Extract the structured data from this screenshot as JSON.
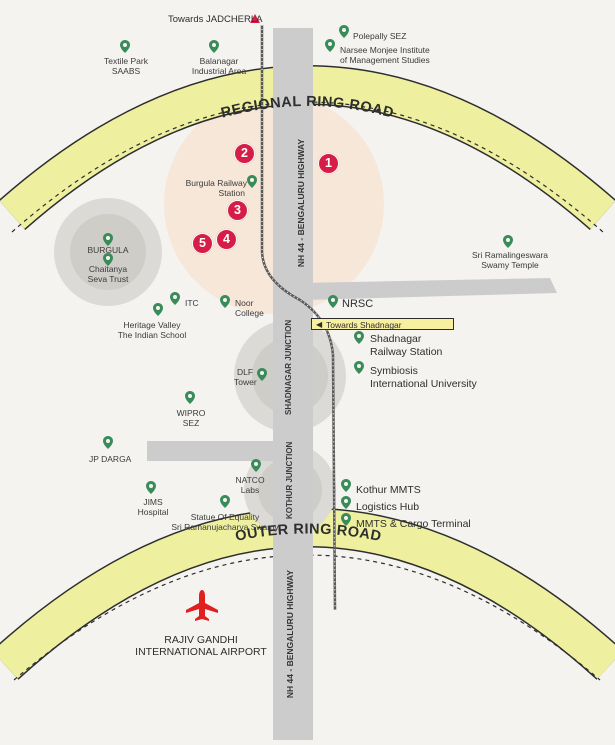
{
  "roads": {
    "regional_ring_road": "REGIONAL RING ROAD",
    "outer_ring_road": "OUTER RING ROAD",
    "nh44_upper": "NH 44 - BENGALURU HIGHWAY",
    "nh44_lower": "NH 44 - BENGALURU HIGHWAY"
  },
  "junctions": {
    "shadnagar": "SHADNAGAR JUNCTION",
    "kothur": "KOTHUR JUNCTION"
  },
  "direction": {
    "towards_jadcherla": "Towards JADCHERLA",
    "towards_shadnagar": "Towards Shadnagar"
  },
  "markers": [
    "1",
    "2",
    "3",
    "4",
    "5"
  ],
  "airport": {
    "line1": "RAJIV GANDHI",
    "line2": "INTERNATIONAL AIRPORT",
    "icon": "airplane-icon"
  },
  "places": {
    "textile_park": [
      "Textile Park",
      "SAABS"
    ],
    "balanagar": [
      "Balanagar",
      "Industrial Area"
    ],
    "polepally": "Polepally SEZ",
    "narsee": [
      "Narsee Monjee Institute",
      "of Management Studies"
    ],
    "burgula_station": [
      "Burgula Railway",
      "Station"
    ],
    "burgula": "BURGULA",
    "chaitanya": [
      "Chaitanya",
      "Seva Trust"
    ],
    "sri_ramalingeswara": [
      "Sri Ramalingeswara",
      "Swamy Temple"
    ],
    "itc": "ITC",
    "noor": [
      "Noor",
      "College"
    ],
    "heritage": [
      "Heritage Valley",
      "The Indian School"
    ],
    "nrsc": "NRSC",
    "shadnagar_station": [
      "Shadnagar",
      "Railway Station"
    ],
    "symbiosis": [
      "Symbiosis",
      "International University"
    ],
    "dlf": [
      "DLF",
      "Tower"
    ],
    "wipro": [
      "WIPRO",
      "SEZ"
    ],
    "jp_darga": "JP DARGA",
    "natco": [
      "NATCO",
      "Labs"
    ],
    "kothur_mmts": "Kothur MMTS",
    "logistics": "Logistics Hub",
    "mmts_cargo": "MMTS & Cargo Terminal",
    "jims": [
      "JIMS",
      "Hospital"
    ],
    "statue": [
      "Statue Of Equality",
      "Sri Ramanujacharya Swamy"
    ]
  },
  "colors": {
    "ring_road": "#eef0a0",
    "highway": "#cfcfcf",
    "marker": "#d51d48",
    "pin": "#3a8b5a",
    "airport": "#e02020"
  }
}
